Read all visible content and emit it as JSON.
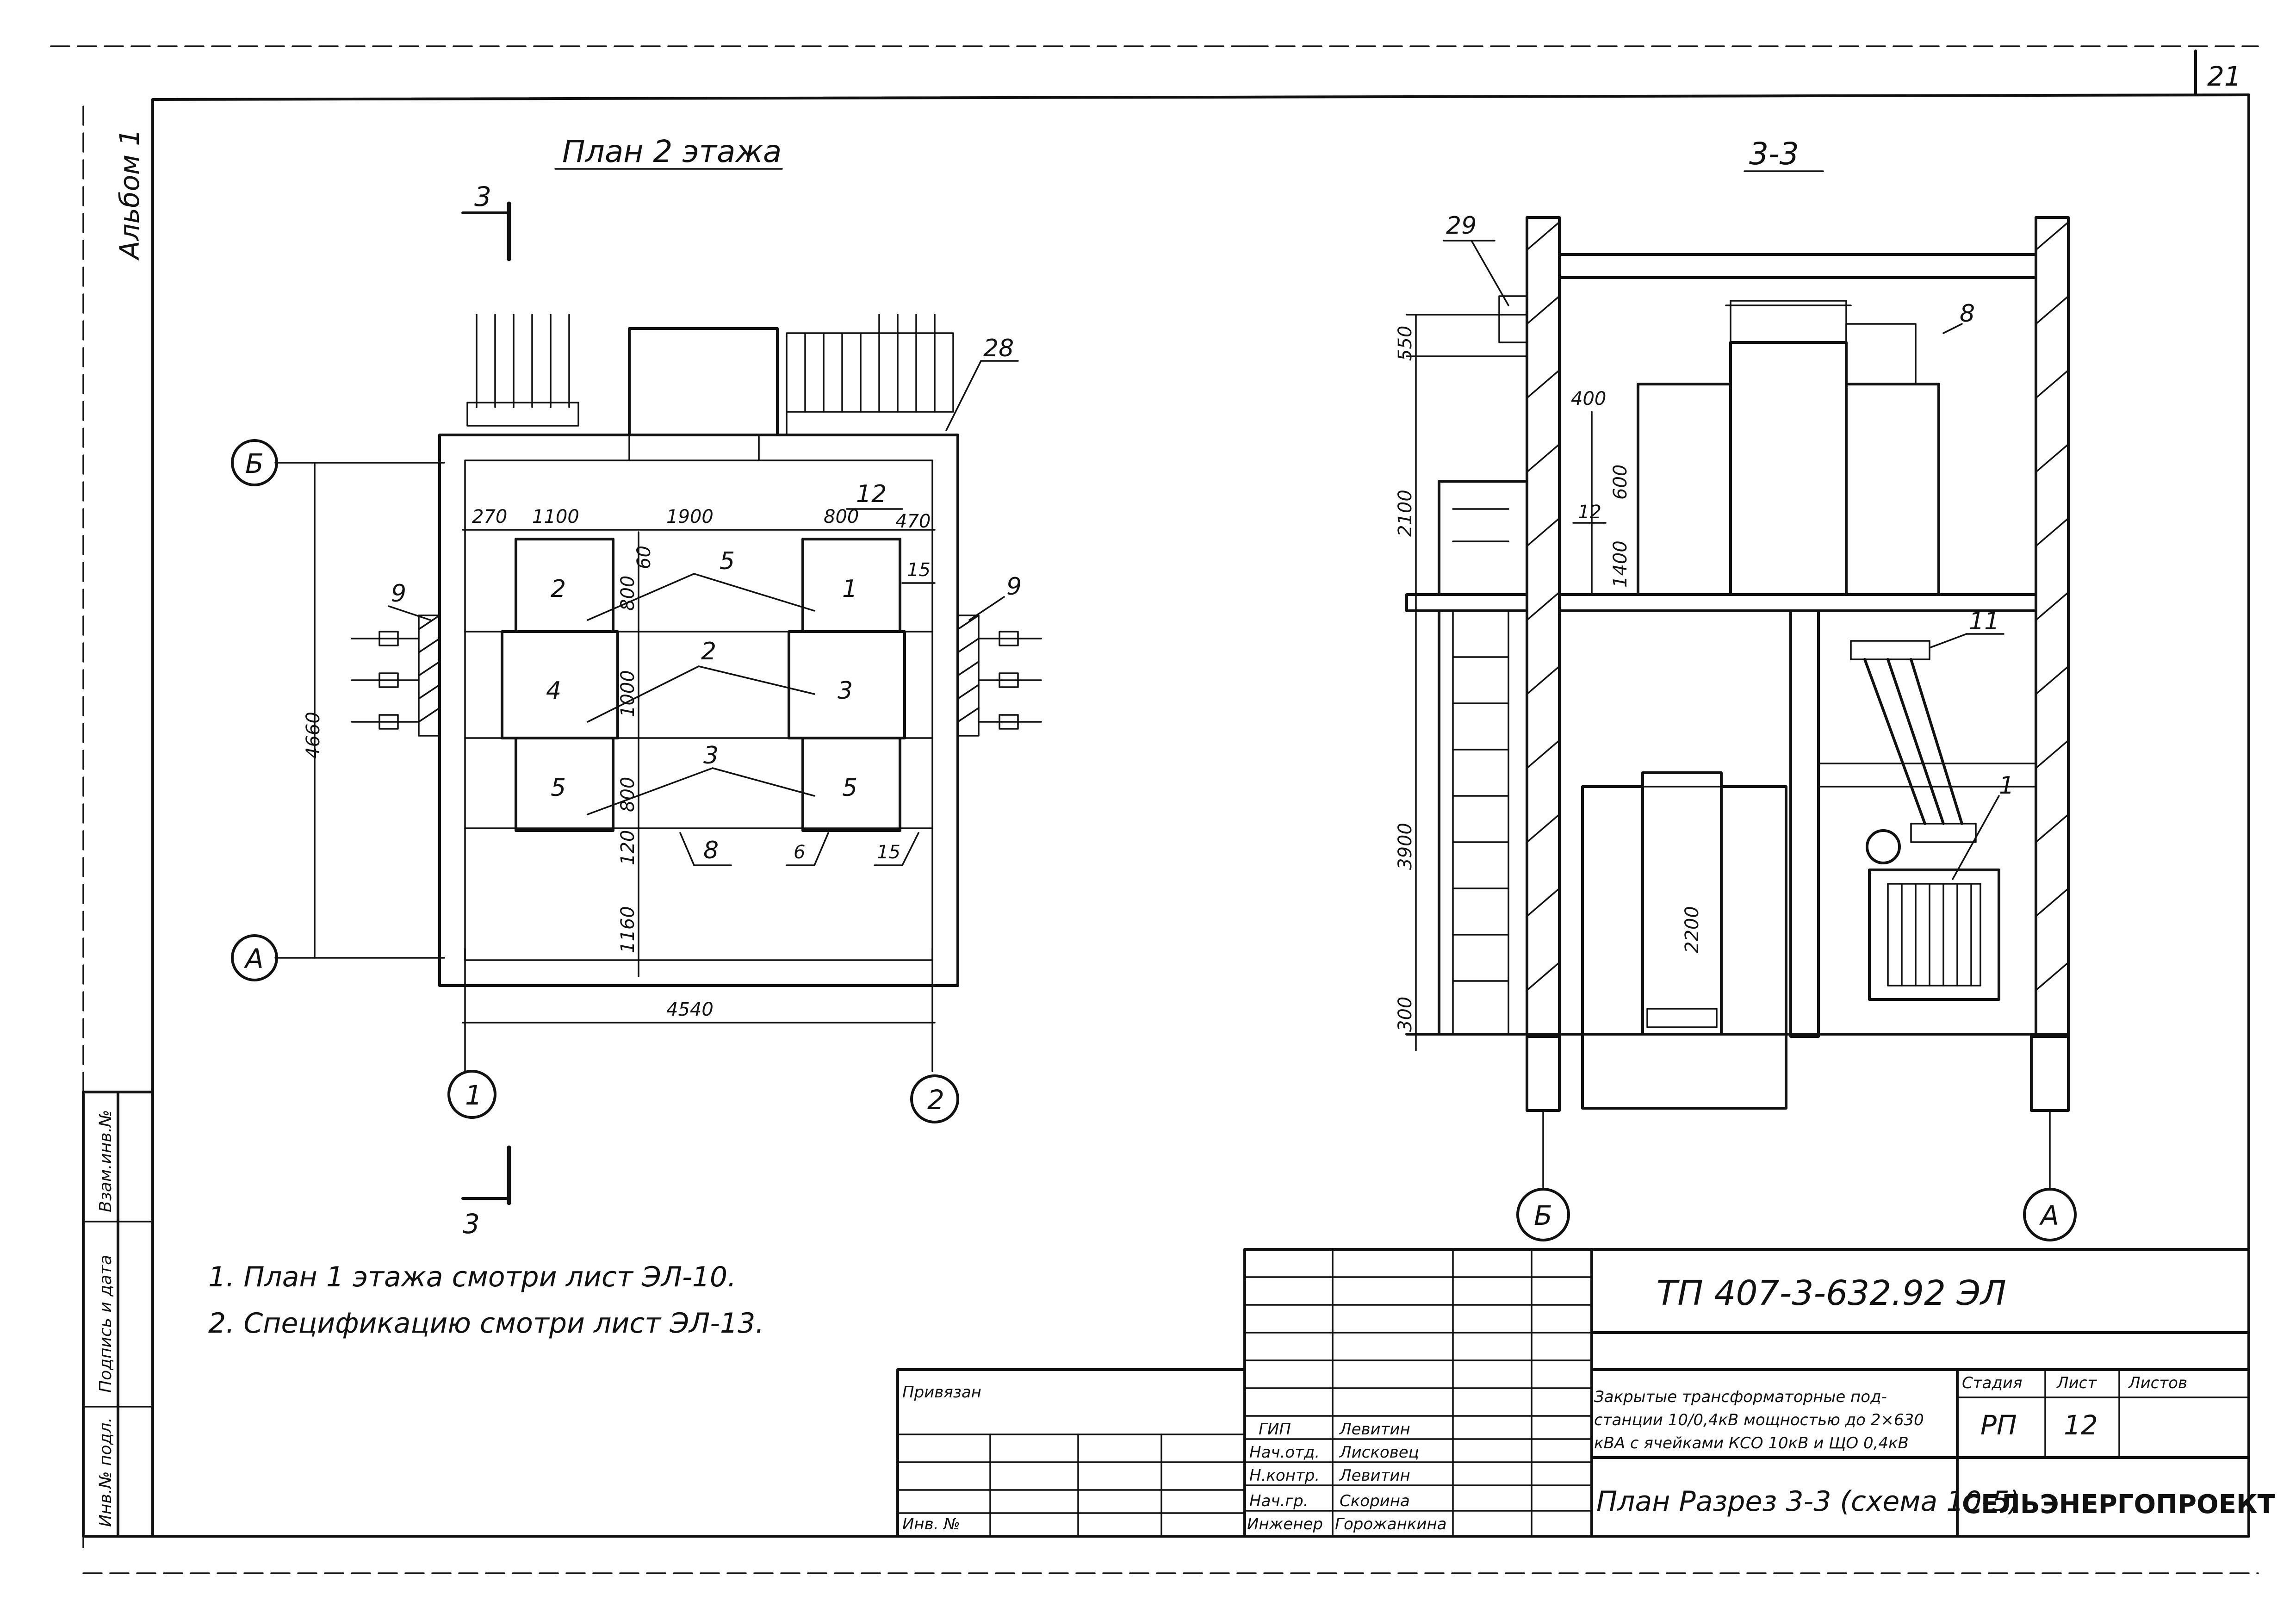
{
  "page_number": "21",
  "album_label": "Альбом 1",
  "plan": {
    "title": "План 2 этажа",
    "section_mark": "3",
    "axis_a": "А",
    "axis_b": "Б",
    "axis_1": "1",
    "axis_2": "2",
    "dim_overall_width": "4540",
    "dim_overall_height": "4660",
    "dims_top": [
      "270",
      "1100",
      "1900",
      "800",
      "470"
    ],
    "dim_60": "60",
    "dim_800_upper": "800",
    "dim_1000": "1000",
    "dim_800_lower": "800",
    "dim_120": "120",
    "dim_1160": "1160",
    "cell_numbers": [
      "2",
      "1",
      "4",
      "3",
      "5",
      "5"
    ],
    "callouts": [
      "28",
      "12",
      "15",
      "9",
      "9",
      "5",
      "2",
      "3",
      "8",
      "6",
      "15"
    ]
  },
  "section": {
    "title": "3-3",
    "axis_b": "Б",
    "axis_a": "А",
    "dims_left": [
      "550",
      "2100",
      "3900",
      "300"
    ],
    "dims_inner": [
      "400",
      "600",
      "1400"
    ],
    "dim_2200": "2200",
    "callouts": [
      "29",
      "8",
      "12",
      "11",
      "1"
    ]
  },
  "notes": [
    "1. План 1 этажа смотри лист ЭЛ-10.",
    "2. Спецификацию смотри лист ЭЛ-13."
  ],
  "left_stamp": {
    "privyazan": "Привязан",
    "inv_no": "Инв. №",
    "side_labels": [
      "Инв.№ подл.",
      "Подпись и дата",
      "Взам.инв.№"
    ]
  },
  "title_block": {
    "doc_code": "ТП 407-3-632.92 ЭЛ",
    "description": [
      "Закрытые трансформаторные под-",
      "станции 10/0,4кВ мощностью до 2×630",
      "кВА с ячейками КСО 10кВ и ЩО 0,4кВ"
    ],
    "sheet_title": "План Разрез 3-3 (схема 10-5)",
    "stage_label": "Стадия",
    "sheet_label": "Лист",
    "sheets_label": "Листов",
    "stage": "РП",
    "sheet": "12",
    "organization": "СЕЛЬЭНЕРГОПРОЕКТ",
    "roles": [
      "ГИП",
      "Нач.отд.",
      "Н.контр.",
      "Нач.гр.",
      "Инженер"
    ],
    "names": [
      "Левитин",
      "Лисковец",
      "Левитин",
      "Скорина",
      "Горожанкина"
    ]
  }
}
